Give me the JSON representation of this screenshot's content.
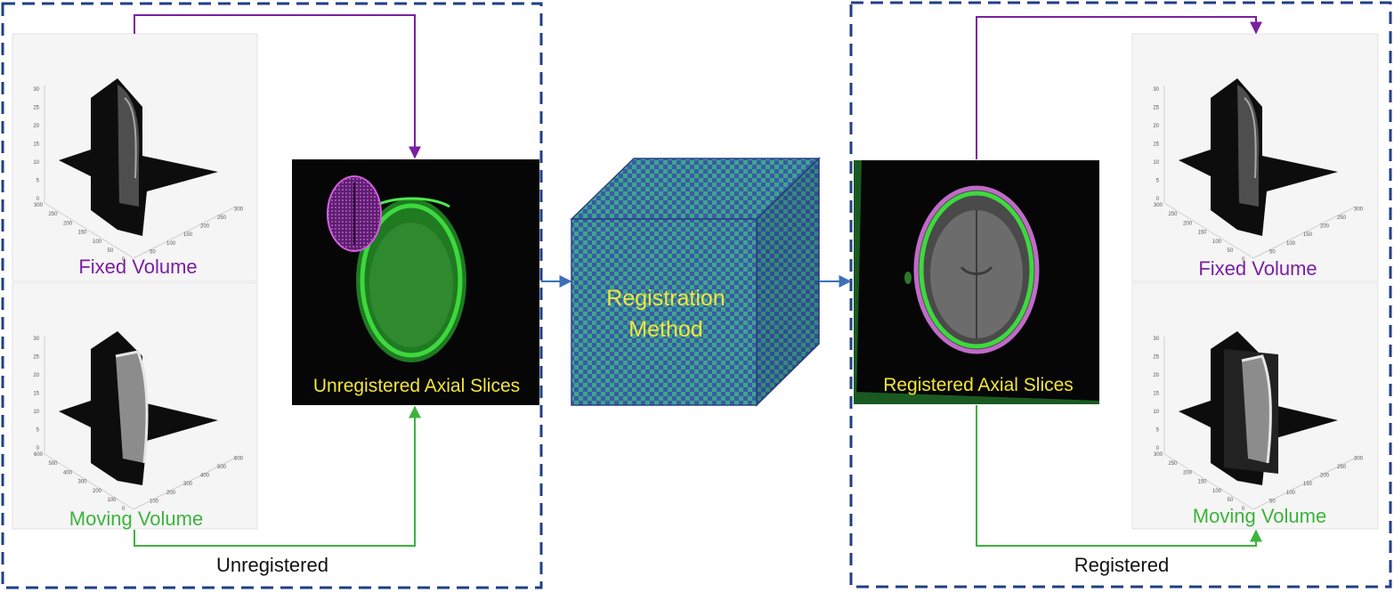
{
  "left_panel": {
    "fixed_label": "Fixed Volume",
    "moving_label": "Moving Volume",
    "slice_caption": "Unregistered Axial Slices",
    "group_label": "Unregistered",
    "fixed_axis_ticks": [
      "300",
      "250",
      "200",
      "150",
      "100",
      "50",
      "0",
      "50",
      "100",
      "150",
      "200",
      "250",
      "300"
    ],
    "fixed_z_ticks": [
      "30",
      "25",
      "20",
      "15",
      "10",
      "5",
      "0"
    ],
    "moving_axis_ticks": [
      "600",
      "500",
      "400",
      "300",
      "200",
      "100",
      "0",
      "100",
      "200",
      "300",
      "400",
      "500",
      "600"
    ],
    "moving_z_ticks": [
      "30",
      "25",
      "20",
      "15",
      "10",
      "5",
      "0"
    ]
  },
  "center": {
    "method_line1": "Registration",
    "method_line2": "Method"
  },
  "right_panel": {
    "fixed_label": "Fixed Volume",
    "moving_label": "Moving Volume",
    "slice_caption": "Registered Axial Slices",
    "group_label": "Registered",
    "fixed_axis_ticks": [
      "300",
      "250",
      "200",
      "150",
      "100",
      "50",
      "0",
      "50",
      "100",
      "150",
      "200",
      "250",
      "300"
    ],
    "fixed_z_ticks": [
      "30",
      "25",
      "20",
      "15",
      "10",
      "5",
      "0"
    ],
    "moving_axis_ticks": [
      "300",
      "250",
      "200",
      "150",
      "100",
      "50",
      "0",
      "50",
      "100",
      "150",
      "200",
      "250",
      "300"
    ],
    "moving_z_ticks": [
      "30",
      "25",
      "20",
      "15",
      "10",
      "5",
      "0"
    ]
  },
  "colors": {
    "frame": "#1f3f86",
    "fixed": "#7a1fa2",
    "moving": "#3cb43c",
    "caption": "#f2e63a",
    "arrow_center": "#3e6fb8",
    "cube_a": "#3a5aa8",
    "cube_b": "#3ea58a"
  }
}
